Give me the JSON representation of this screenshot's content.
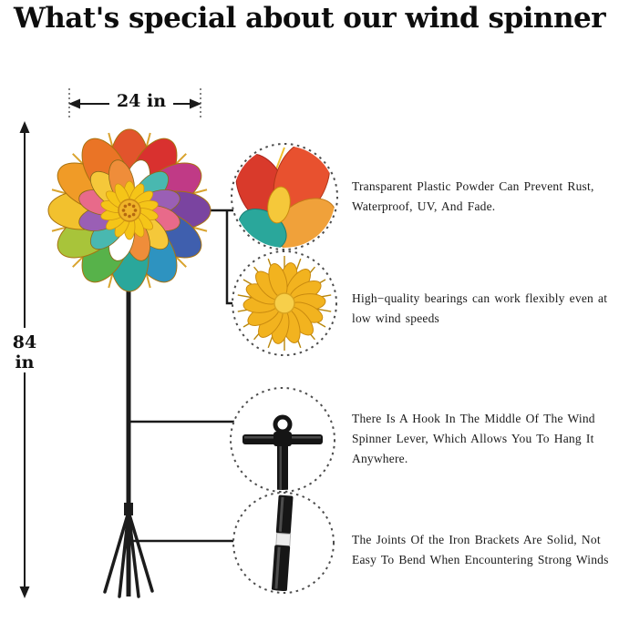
{
  "title": "What's special about our wind spinner",
  "dimensions": {
    "width": "24 in",
    "height": "84 in"
  },
  "callouts": [
    {
      "icon": "spinner-petals-detail-icon",
      "text": "Transparent Plastic Powder Can Prevent Rust, Waterproof, UV, And Fade."
    },
    {
      "icon": "bearing-detail-icon",
      "text": "High−quality bearings can work flexibly even at low wind speeds"
    },
    {
      "icon": "hook-detail-icon",
      "text": "There Is A Hook In The Middle Of The Wind Spinner Lever, Which Allows You To Hang It Anywhere."
    },
    {
      "icon": "pole-joint-detail-icon",
      "text": "The Joints Of the Iron Brackets Are Solid, Not Easy To Bend When Encountering Strong Winds"
    }
  ],
  "colors": {
    "text": "#1a1a1a",
    "line": "#1a1a1a",
    "metal_dark": "#161616",
    "accent_yellow": "#f2b31f",
    "petal_palette": [
      "#e2542c",
      "#d9312f",
      "#c03a86",
      "#7a44a0",
      "#3f5fae",
      "#2e93c0",
      "#2aa79b",
      "#57b24a",
      "#a8c43a",
      "#f2c12e",
      "#f09b27",
      "#ea7426"
    ],
    "petal_palette_mid": [
      "#ffffff",
      "#49b8b0",
      "#9a5fb5",
      "#e86a8a",
      "#f5c83a",
      "#ef8d3a"
    ]
  }
}
